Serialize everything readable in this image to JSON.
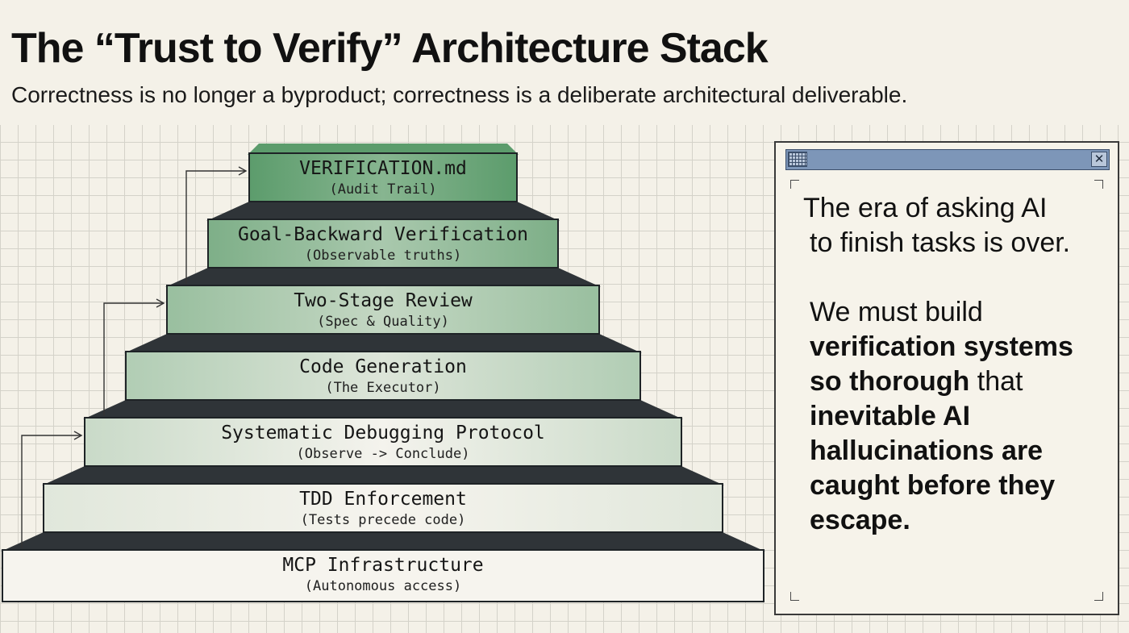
{
  "title": "The “Trust to Verify” Architecture Stack",
  "subtitle": "Correctness is no longer a byproduct; correctness is a deliberate architectural deliverable.",
  "colors": {
    "background": "#f4f1e8",
    "grid": "#d4d2c9",
    "tier_top": "#5c9c6c",
    "tier_bottom": "#f6f4ee",
    "tier_shadow": "#2f3438",
    "panel_bar": "#7d96b8"
  },
  "stack": {
    "tiers": [
      {
        "name": "VERIFICATION.md",
        "sub": "(Audit Trail)"
      },
      {
        "name": "Goal-Backward Verification",
        "sub": "(Observable truths)"
      },
      {
        "name": "Two-Stage Review",
        "sub": "(Spec & Quality)"
      },
      {
        "name": "Code Generation",
        "sub": "(The Executor)"
      },
      {
        "name": "Systematic Debugging Protocol",
        "sub": "(Observe -> Conclude)"
      },
      {
        "name": "TDD Enforcement",
        "sub": "(Tests precede code)"
      },
      {
        "name": "MCP Infrastructure",
        "sub": "(Autonomous access)"
      }
    ]
  },
  "panel": {
    "window_icon": "grid-icon",
    "close_glyph": "✕",
    "line1": "The era of asking AI",
    "line2": "to finish tasks is over.",
    "p2_plain1": "We must build",
    "p2_bold1": "verification systems so thorough",
    "p2_plain2": "that",
    "p2_bold2": "inevitable AI hallucinations are caught before they escape."
  }
}
